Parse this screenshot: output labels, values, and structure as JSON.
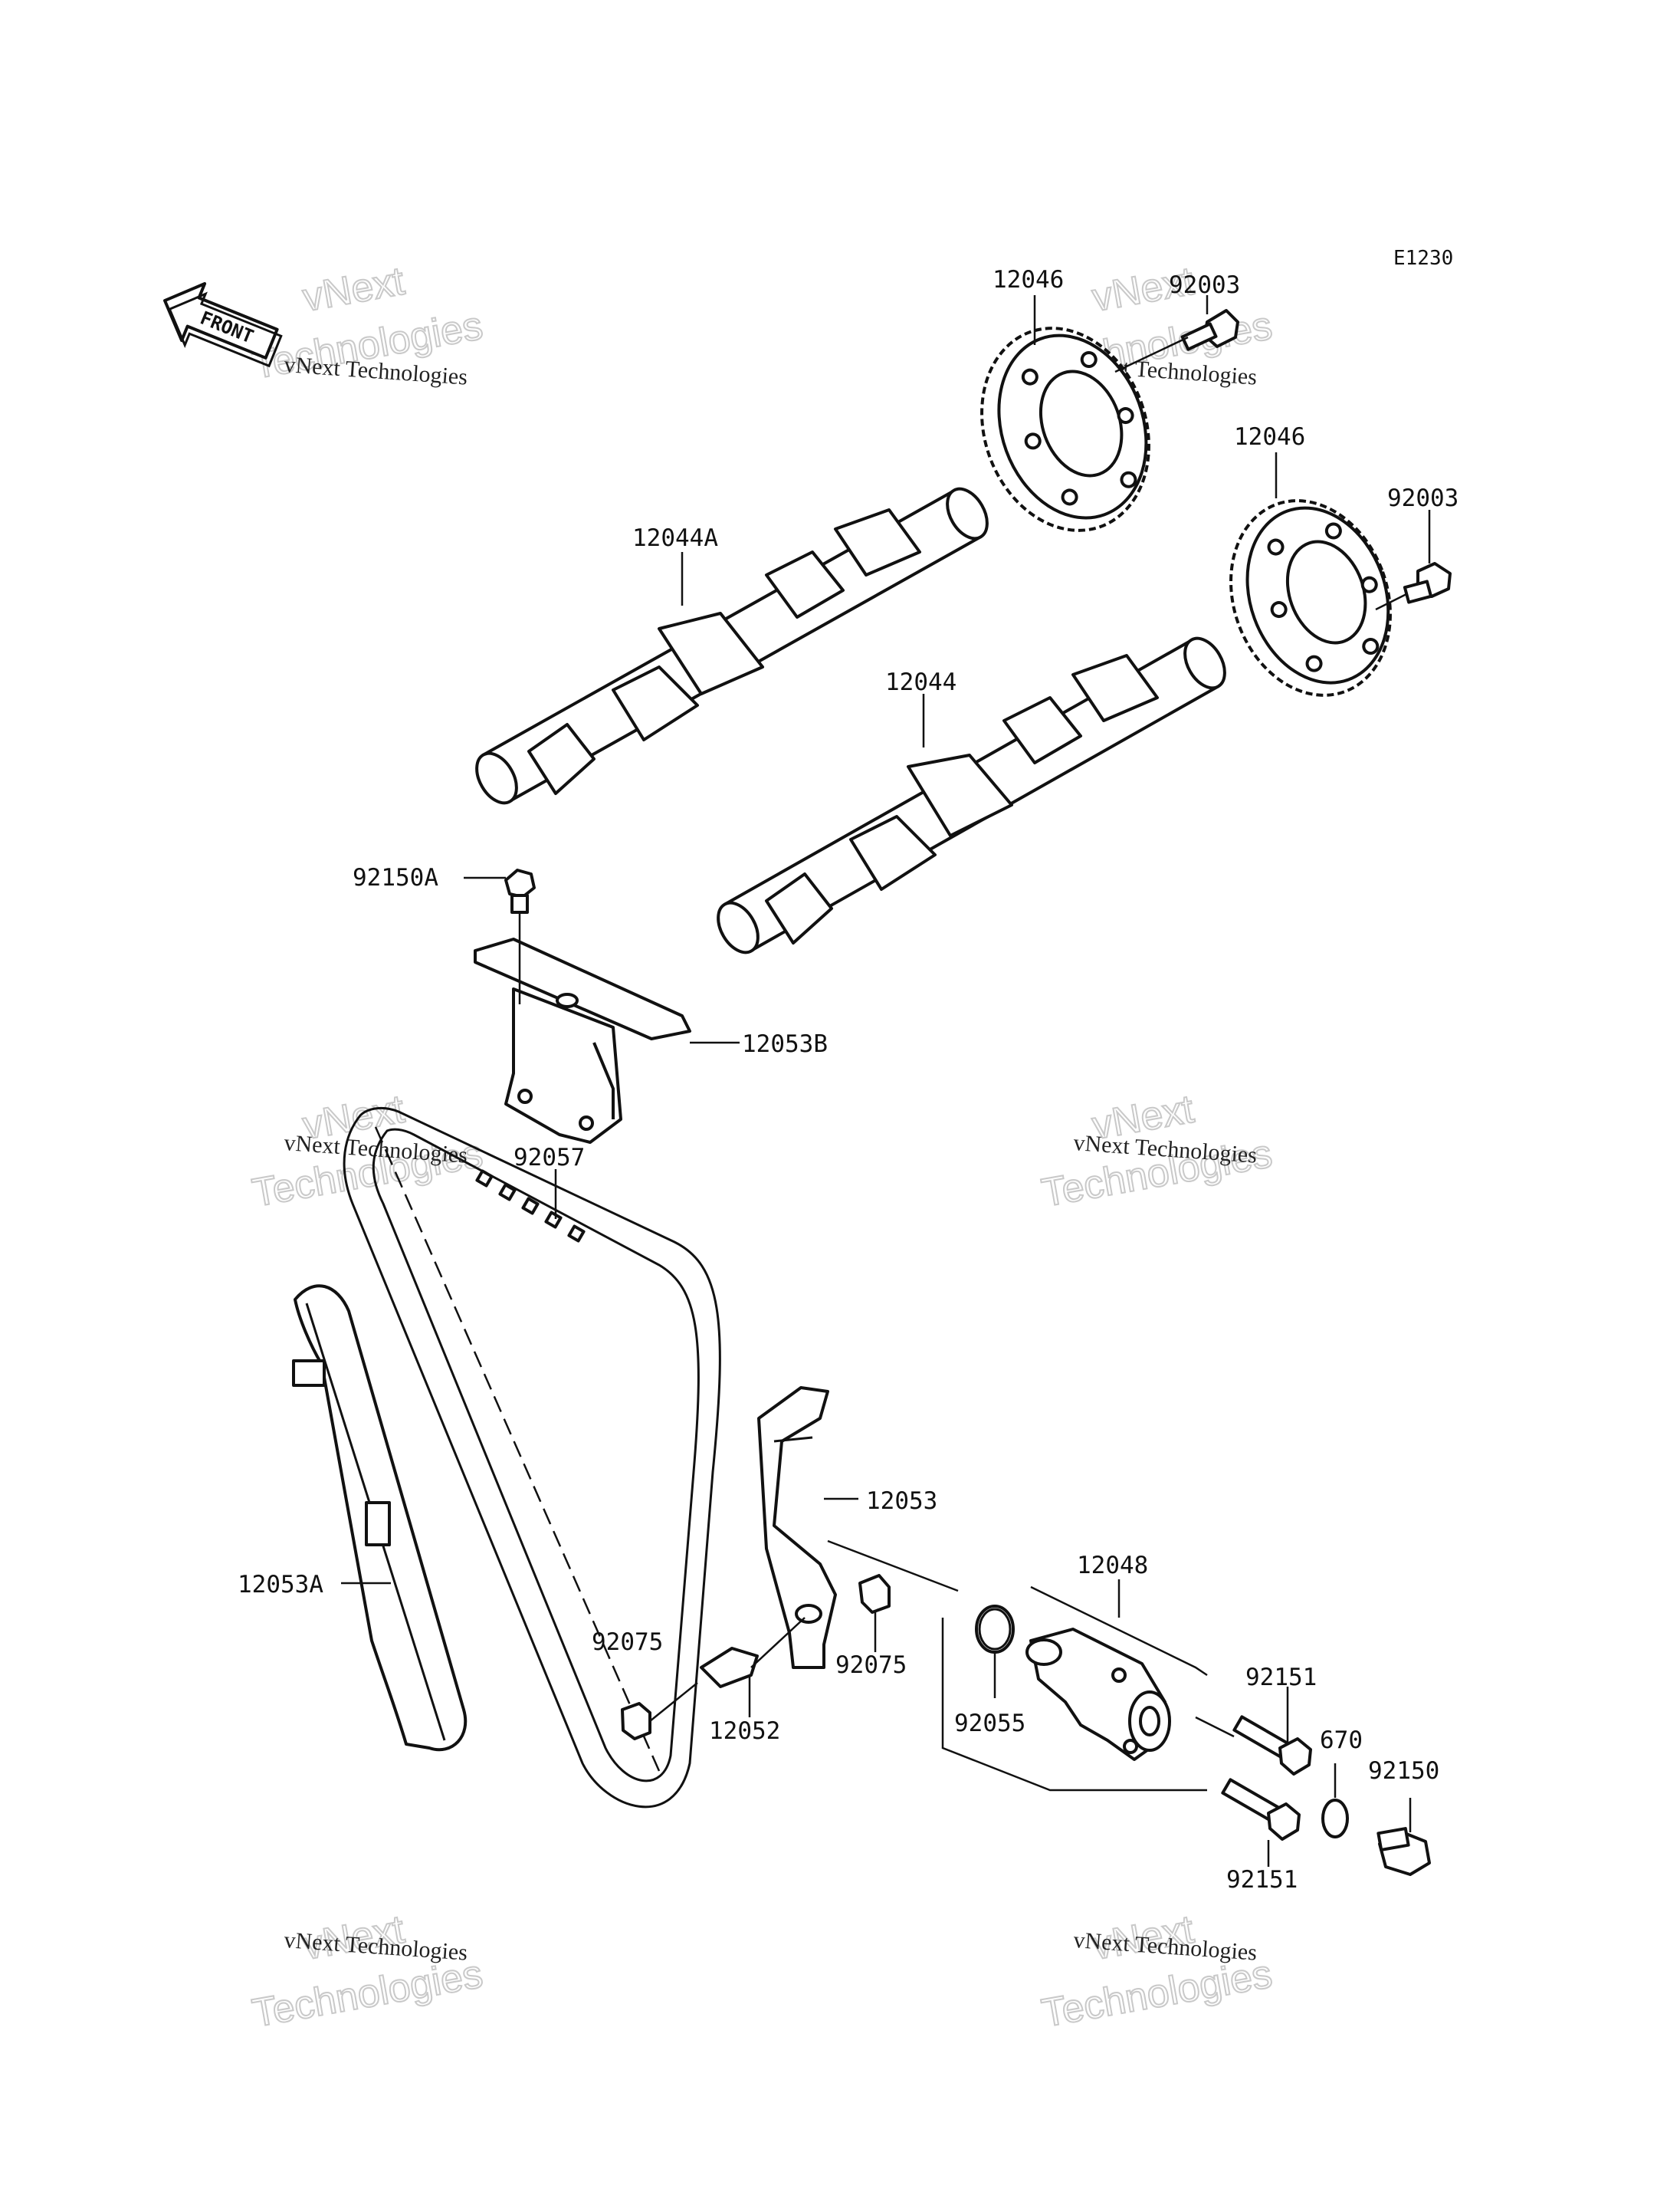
{
  "diagram_code": "E1230",
  "front_badge": "FRONT",
  "watermarks": [
    {
      "small": "vNext Technologies",
      "big_top": "vNext",
      "big_bottom": "Technologies"
    },
    {
      "small": "vNext Technologies",
      "big_top": "vNext",
      "big_bottom": "Technologies"
    },
    {
      "small": "vNext Technologies",
      "big_top": "vNext",
      "big_bottom": "Technologies"
    },
    {
      "small": "vNext Technologies",
      "big_top": "vNext",
      "big_bottom": "Technologies"
    },
    {
      "small": "vNext Technologies",
      "big_top": "vNext",
      "big_bottom": "Technologies"
    },
    {
      "small": "vNext Technologies",
      "big_top": "vNext",
      "big_bottom": "Technologies"
    }
  ],
  "labels": {
    "sprocket_top": "12046",
    "bolt_top": "92003",
    "sprocket_right": "12046",
    "bolt_right": "92003",
    "camshaft_a": "12044A",
    "camshaft": "12044",
    "bolt_guide": "92150A",
    "guide_top": "12053B",
    "chain": "92057",
    "guide_left": "12053A",
    "guide_tensioner": "12053",
    "tensioner": "12048",
    "collar_left": "92075",
    "collar_right": "92075",
    "pin": "12052",
    "oring": "92055",
    "bolt_upper": "92151",
    "gasket": "670",
    "plug": "92150",
    "bolt_lower": "92151"
  }
}
